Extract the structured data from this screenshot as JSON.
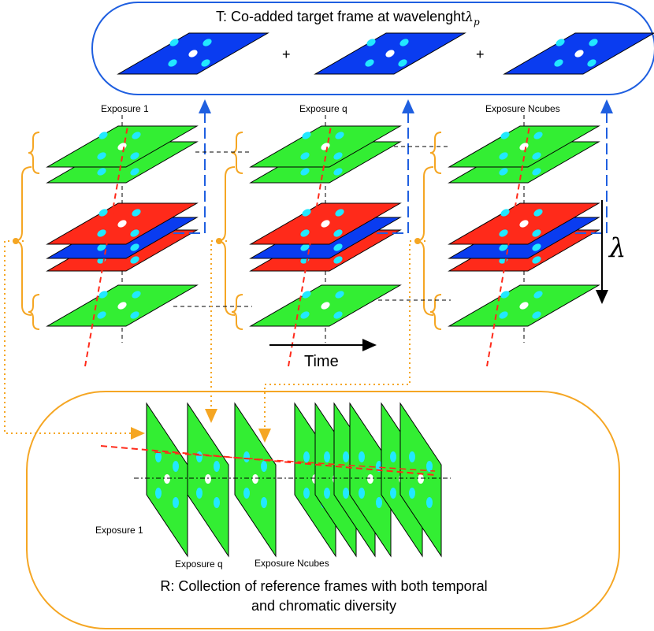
{
  "target_box": {
    "title_prefix": "T: Co-added target frame at wavelenght",
    "title_symbol": "λ",
    "title_subscript": "p",
    "plus_signs": [
      "+",
      "+"
    ]
  },
  "exposures": {
    "labels": [
      "Exposure 1",
      "Exposure q",
      "Exposure Ncubes"
    ]
  },
  "axes": {
    "time_label": "Time",
    "lambda_label": "λ"
  },
  "reference_box": {
    "exposure_labels": [
      "Exposure 1",
      "Exposure q",
      "Exposure Ncubes"
    ],
    "caption_line1": "R: Collection of reference frames with both temporal",
    "caption_line2": "and chromatic diversity"
  },
  "colors": {
    "target_border": "#1f5fe0",
    "reference_border": "#f5a623",
    "frame_green": "#33ee33",
    "frame_red": "#ff2a1a",
    "frame_blue": "#0a3cf0",
    "spot_cyan": "#22e8ff",
    "dashed_red": "#ff2a1a",
    "brace_orange": "#f5a623"
  }
}
